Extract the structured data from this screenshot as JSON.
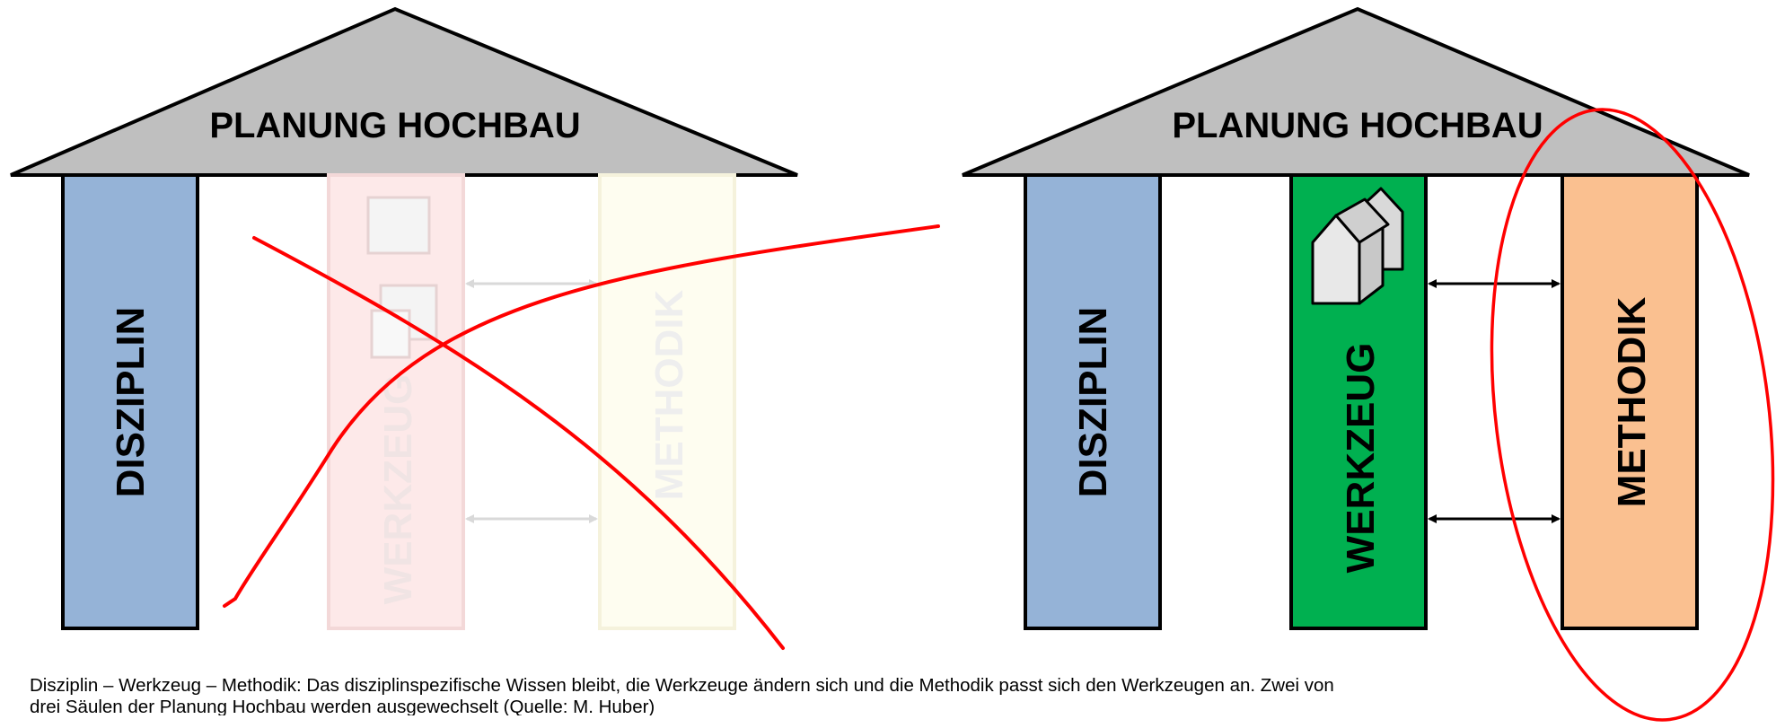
{
  "left_diagram": {
    "roof_label": "PLANUNG HOCHBAU",
    "pillar_disziplin": "DISZIPLIN",
    "pillar_werkzeug": "WERKZEUG",
    "pillar_methodik": "METHODIK"
  },
  "right_diagram": {
    "roof_label": "PLANUNG HOCHBAU",
    "pillar_disziplin": "DISZIPLIN",
    "pillar_werkzeug": "WERKZEUG",
    "pillar_methodik": "METHODIK"
  },
  "caption": "Disziplin – Werkzeug – Methodik: Das disziplinspezifische Wissen bleibt, die Werkzeuge ändern sich und die Methodik passt sich den Werkzeugen an. Zwei von drei Säulen der Planung Hochbau werden ausgewechselt (Quelle: M. Huber)",
  "colors": {
    "roof": "#bfbfbf",
    "disziplin": "#95b3d7",
    "werkzeug_old": "#fde9e9",
    "methodik_old": "#fefdf0",
    "werkzeug_new": "#00b050",
    "methodik_new": "#fac090",
    "annotation": "#ff0000"
  },
  "icons": {
    "old_tool": "drawing-board-icon",
    "new_tool": "3d-house-model-icon"
  }
}
